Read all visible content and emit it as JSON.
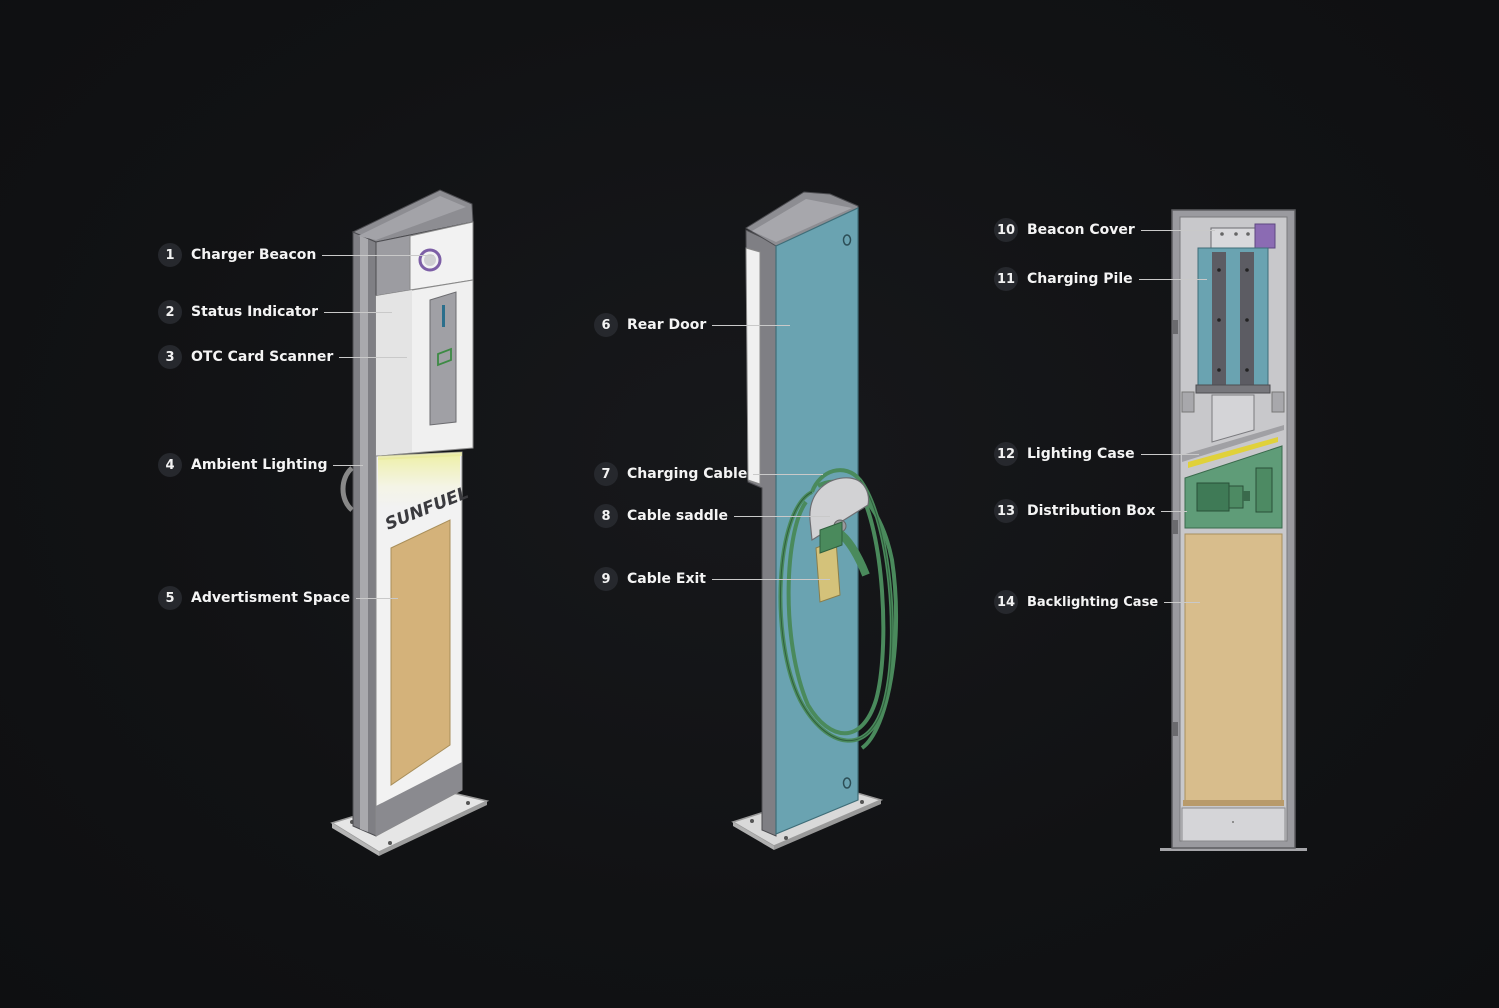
{
  "brand": {
    "logo_text": "SUNFUEL"
  },
  "callouts": [
    {
      "num": "1",
      "label": "Charger Beacon"
    },
    {
      "num": "2",
      "label": "Status Indicator"
    },
    {
      "num": "3",
      "label": "OTC Card Scanner"
    },
    {
      "num": "4",
      "label": "Ambient Lighting"
    },
    {
      "num": "5",
      "label": "Advertisment Space"
    },
    {
      "num": "6",
      "label": "Rear Door"
    },
    {
      "num": "7",
      "label": "Charging Cable"
    },
    {
      "num": "8",
      "label": "Cable saddle"
    },
    {
      "num": "9",
      "label": "Cable Exit"
    },
    {
      "num": "10",
      "label": "Beacon Cover"
    },
    {
      "num": "11",
      "label": "Charging Pile"
    },
    {
      "num": "12",
      "label": "Lighting Case"
    },
    {
      "num": "13",
      "label": "Distribution Box"
    },
    {
      "num": "14",
      "label": "Backlighting Case"
    }
  ],
  "colors": {
    "background": "#111214",
    "rear_door": "#6aa3b1",
    "advert_panel": "#d4b27a",
    "cable": "#4a8a5c",
    "beacon_ring": "#7d5fa6",
    "ambient_glow": "#eef0a8",
    "metal_dark": "#7f7f84",
    "metal_light": "#cfcfd2",
    "panel_white": "#f1f1f1"
  }
}
